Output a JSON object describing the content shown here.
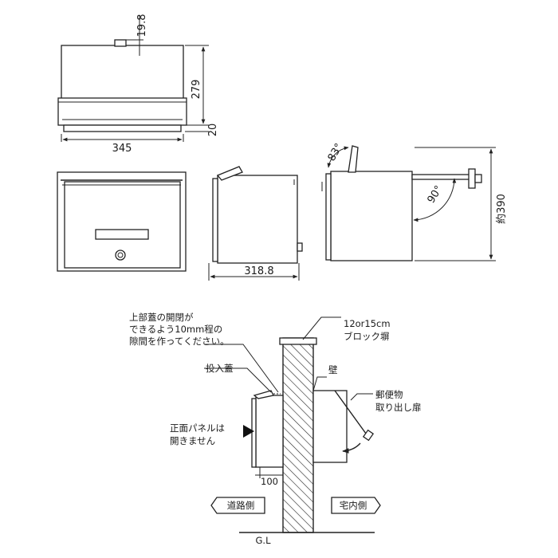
{
  "dimensions": {
    "top_height": "19.8",
    "body_height": "279",
    "base_height": "20",
    "width": "345",
    "depth": "318.8",
    "total_height": "約390",
    "lid_angle": "83°",
    "door_angle": "90°",
    "offset": "100"
  },
  "notes": {
    "gap_line1": "上部蓋の開閉が",
    "gap_line2": "できるよう10mm程の",
    "gap_line3": "隙間を作ってください。",
    "wall_line1": "12or15cm",
    "wall_line2": "ブロック塀",
    "slot_lid": "投入蓋",
    "wall": "壁",
    "door_line1": "郵便物",
    "door_line2": "取り出し扉",
    "panel_line1": "正面パネルは",
    "panel_line2": "開きません",
    "road_side": "道路側",
    "house_side": "宅内側",
    "ground": "G.L"
  }
}
